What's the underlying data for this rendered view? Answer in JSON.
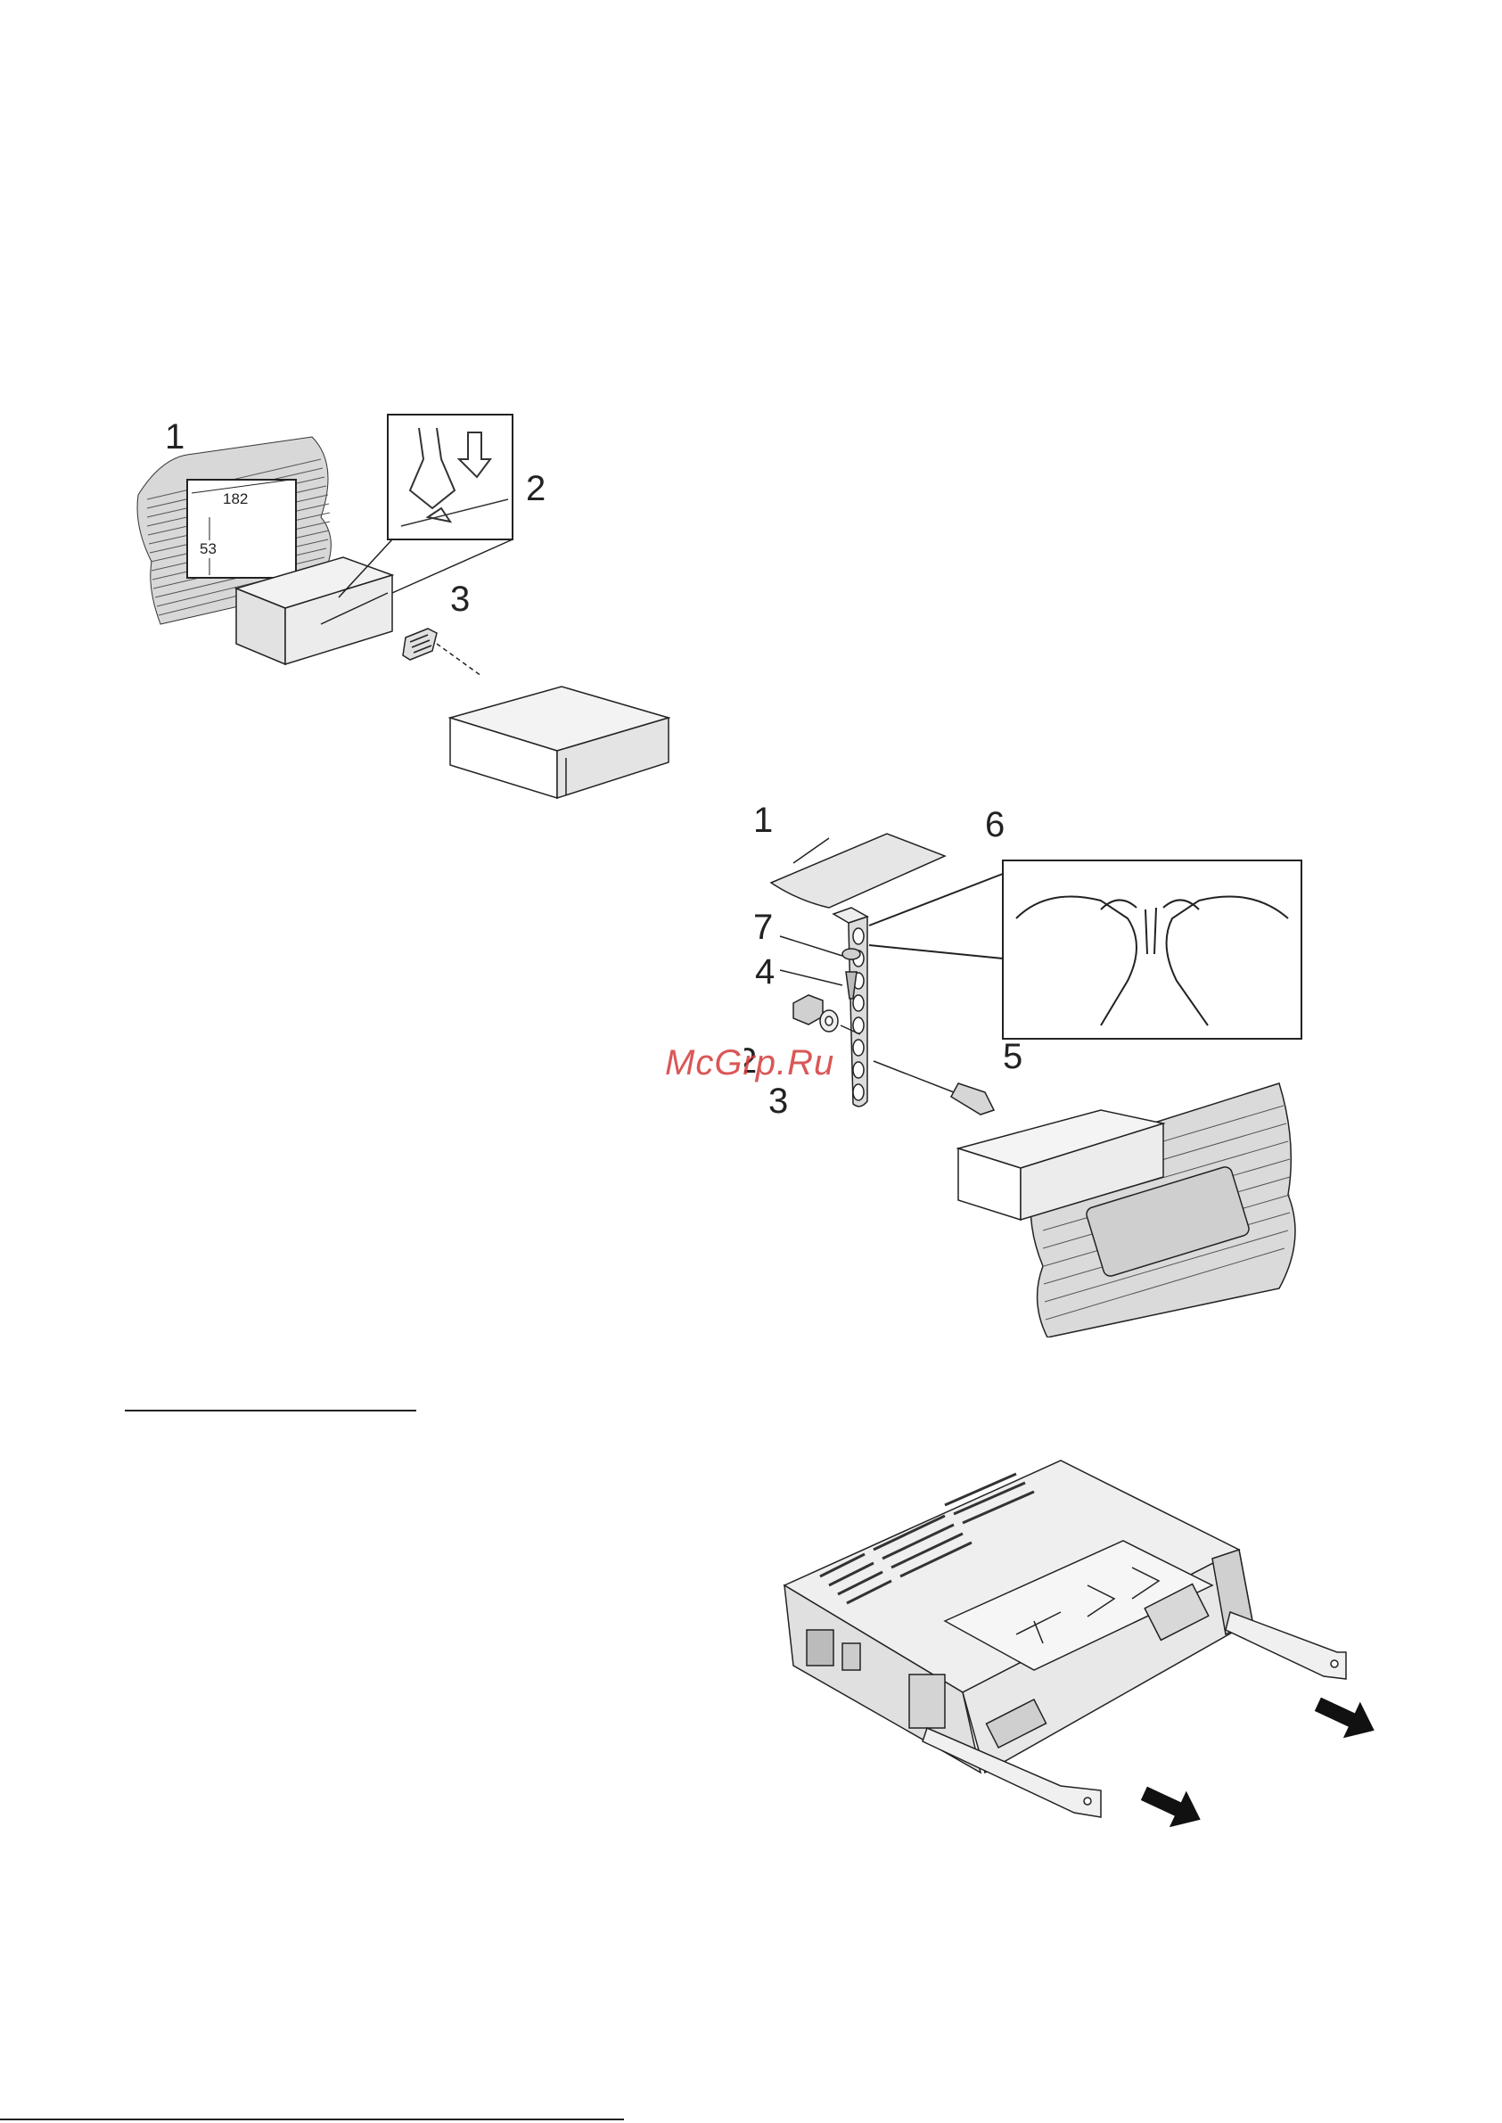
{
  "figure1": {
    "callouts": [
      "1",
      "2",
      "3"
    ],
    "dimensions": {
      "width": "182",
      "height": "53"
    }
  },
  "figure2": {
    "callouts": [
      "1",
      "6",
      "7",
      "4",
      "2",
      "3",
      "5"
    ]
  },
  "figure3": {
    "arrows": [
      "arrow-icon",
      "arrow-icon"
    ]
  },
  "watermark": {
    "text": "McGrp.Ru",
    "color": "#d43a3a"
  },
  "footer": {
    "marks": [
      "",
      ""
    ]
  }
}
